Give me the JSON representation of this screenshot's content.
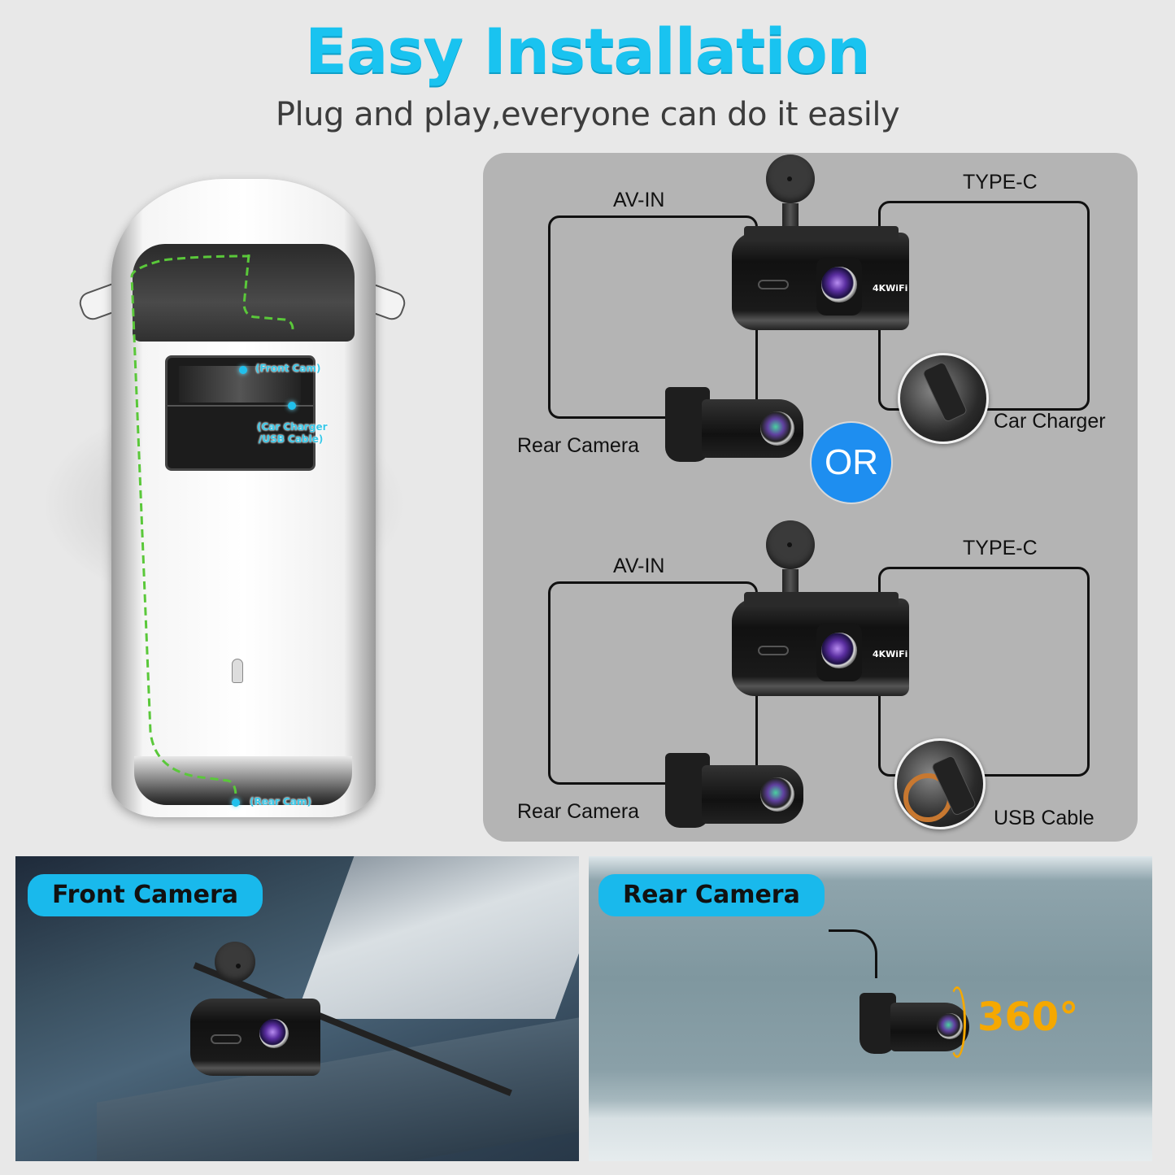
{
  "header": {
    "title": "Easy Installation",
    "subtitle": "Plug and play,everyone can do it easily"
  },
  "car_diagram": {
    "callouts": {
      "front_cam": "(Front Cam)",
      "charger_line1": "(Car Charger",
      "charger_line2": "/USB Cable)",
      "rear_cam": "(Rear Cam)"
    },
    "route_color": "#5ac83a",
    "dot_color": "#21c0ec"
  },
  "connection_panel": {
    "option_a": {
      "av_in_label": "AV-IN",
      "type_c_label": "TYPE-C",
      "dashcam_badge": "4KWiFi",
      "rear_camera_label": "Rear Camera",
      "power_label": "Car Charger"
    },
    "or_label": "OR",
    "option_b": {
      "av_in_label": "AV-IN",
      "type_c_label": "TYPE-C",
      "dashcam_badge": "4KWiFi",
      "rear_camera_label": "Rear Camera",
      "power_label": "USB Cable"
    },
    "or_color": "#1e8ef0"
  },
  "photos": {
    "front": {
      "label": "Front Camera"
    },
    "rear": {
      "label": "Rear Camera",
      "rotation_label": "360°"
    },
    "pill_color": "#19b9ec",
    "accent_color": "#f5a800"
  }
}
